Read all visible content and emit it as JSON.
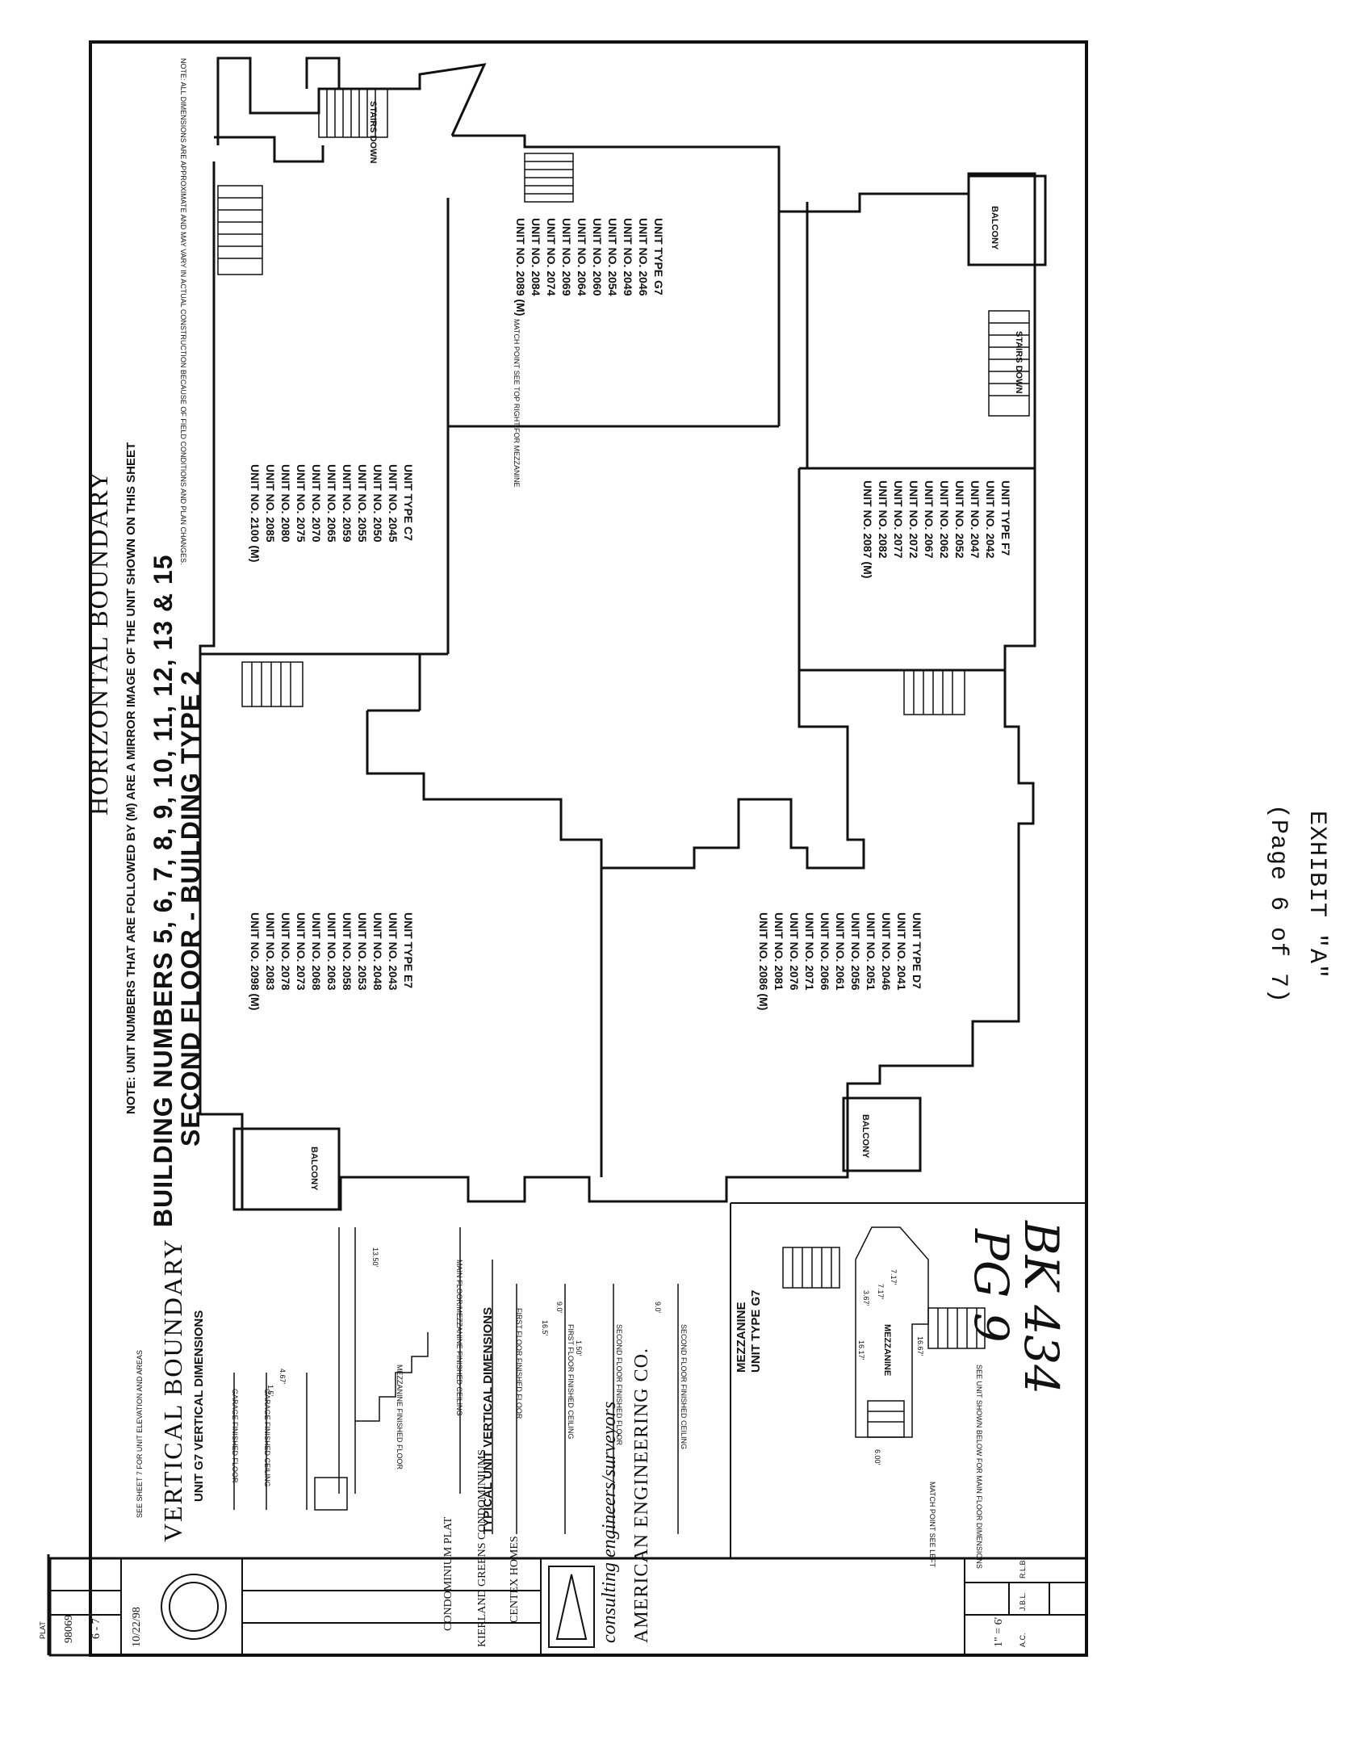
{
  "exhibit": {
    "title": "EXHIBIT \"A\"",
    "page": "(Page 6 of 7)"
  },
  "handwritten": {
    "line1": "BK 434",
    "line2": "PG 9"
  },
  "plan": {
    "title": "SECOND FLOOR - BUILDING TYPE 2",
    "buildings": "BUILDING NUMBERS 5, 6, 7, 8, 9, 10, 11, 12, 13 & 15",
    "note": "NOTE: UNIT NUMBERS THAT ARE FOLLOWED BY (M) ARE A MIRROR IMAGE OF THE UNIT SHOWN ON THIS SHEET",
    "horizontal_boundary": "HORIZONTAL BOUNDARY",
    "top_note": "NOTE: ALL DIMENSIONS ARE APPROXIMATE AND MAY VARY IN ACTUAL CONSTRUCTION BECAUSE OF FIELD CONDITIONS AND PLAN CHANGES."
  },
  "units": [
    {
      "type": "UNIT TYPE G7",
      "numbers": [
        "UNIT NO. 2046",
        "UNIT NO. 2049",
        "UNIT NO. 2054",
        "UNIT NO. 2060",
        "UNIT NO. 2064",
        "UNIT NO. 2069",
        "UNIT NO. 2074",
        "UNIT NO. 2084",
        "UNIT NO. 2089 (M)"
      ]
    },
    {
      "type": "UNIT TYPE C7",
      "numbers": [
        "UNIT NO. 2045",
        "UNIT NO. 2050",
        "UNIT NO. 2055",
        "UNIT NO. 2059",
        "UNIT NO. 2065",
        "UNIT NO. 2070",
        "UNIT NO. 2075",
        "UNIT NO. 2080",
        "UNIT NO. 2085",
        "UNIT NO. 2100 (M)"
      ]
    },
    {
      "type": "UNIT TYPE F7",
      "numbers": [
        "UNIT NO. 2042",
        "UNIT NO. 2047",
        "UNIT NO. 2052",
        "UNIT NO. 2062",
        "UNIT NO. 2067",
        "UNIT NO. 2072",
        "UNIT NO. 2077",
        "UNIT NO. 2082",
        "UNIT NO. 2087 (M)"
      ]
    },
    {
      "type": "UNIT TYPE E7",
      "numbers": [
        "UNIT NO. 2043",
        "UNIT NO. 2048",
        "UNIT NO. 2053",
        "UNIT NO. 2058",
        "UNIT NO. 2063",
        "UNIT NO. 2068",
        "UNIT NO. 2073",
        "UNIT NO. 2078",
        "UNIT NO. 2083",
        "UNIT NO. 2098 (M)"
      ]
    },
    {
      "type": "UNIT TYPE D7",
      "numbers": [
        "UNIT NO. 2041",
        "UNIT NO. 2046",
        "UNIT NO. 2051",
        "UNIT NO. 2056",
        "UNIT NO. 2061",
        "UNIT NO. 2066",
        "UNIT NO. 2071",
        "UNIT NO. 2076",
        "UNIT NO. 2081",
        "UNIT NO. 2086 (M)"
      ]
    }
  ],
  "vertical": {
    "typical_title": "TYPICAL UNIT VERTICAL DIMENSIONS",
    "g7_title": "UNIT G7 VERTICAL DIMENSIONS",
    "boundary": "VERTICAL BOUNDARY",
    "note": "SEE SHEET 7 FOR UNIT ELEVATION AND AREAS",
    "labels": [
      "FIRST FLOOR FINISHED FLOOR",
      "FIRST FLOOR FINISHED CEILING",
      "SECOND FLOOR FINISHED FLOOR",
      "SECOND FLOOR FINISHED CEILING",
      "MAIN FLOOR/MEZZANINE FINISHED CEILING",
      "MEZZANINE FINISHED FLOOR",
      "GARAGE FINISHED FLOOR",
      "GARAGE FINISHED CEILING"
    ],
    "dims": [
      "9.0'",
      "16.5'",
      "1.50'",
      "9.0'",
      "13.50'",
      "4.67'",
      "1.5'"
    ]
  },
  "mezzanine": {
    "title": "UNIT TYPE G7",
    "subtitle": "MEZZANINE",
    "label": "MEZZANINE",
    "note": "SEE UNIT SHOWN BELOW FOR MAIN FLOOR DIMENSIONS",
    "match": "MATCH POINT SEE LEFT",
    "dims": [
      "7.17'",
      "7.17'",
      "16.17'",
      "16.67'",
      "6.00'",
      "3.67'"
    ]
  },
  "title_block": {
    "company": "AMERICAN ENGINEERING CO.",
    "tagline": "consulting engineers/surveyors",
    "client": "CENTEX HOMES",
    "project": "KIERLAND GREENS CONDOMINIUMS",
    "sheet_title": "CONDOMINIUM PLAT",
    "date": "10/22/98",
    "sheet": "6 - 7",
    "job": "98069",
    "plat": "PLAT",
    "scale": "1\" = 6'",
    "initials": [
      "A.C.",
      "J.B.L.",
      "R.L.B."
    ]
  },
  "labels": {
    "balcony": "BALCONY",
    "stairs_down": "STAIRS DOWN",
    "match_point": "MATCH POINT SEE TOP RIGHT FOR MEZZANINE"
  }
}
